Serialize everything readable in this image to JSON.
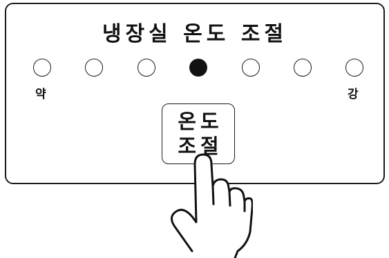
{
  "panel": {
    "title": "냉장실 온도 조절",
    "min_label": "약",
    "max_label": "강",
    "levels": 7,
    "selected_level": 4
  },
  "button": {
    "line1": "온도",
    "line2": "조절"
  },
  "icons": {
    "pointer": "pointing-hand-icon",
    "level": "circle-icon"
  }
}
